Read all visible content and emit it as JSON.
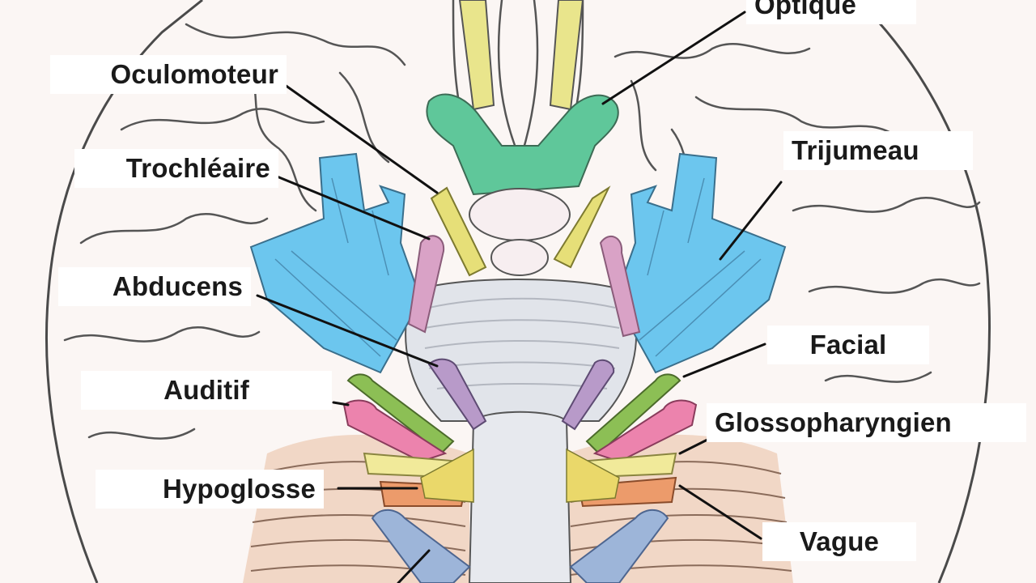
{
  "diagram": {
    "labels": {
      "optique": "Optique",
      "oculomoteur": "Oculomoteur",
      "trochleaire": "Trochléaire",
      "trijumeau": "Trijumeau",
      "abducens": "Abducens",
      "facial": "Facial",
      "auditif": "Auditif",
      "glossopharyngien": "Glossopharyngien",
      "hypoglosse": "Hypoglosse",
      "vague": "Vague"
    },
    "colors": {
      "optic_nerve": "#e9e58c",
      "chiasm": "#5fc79a",
      "oculomotor": "#e6df78",
      "trochlear": "#d9a2c6",
      "trigeminal": "#6cc6ee",
      "abducens": "#b89ac9",
      "facial": "#8cbf55",
      "auditory": "#ec83ad",
      "glossopharyngeal": "#f1ea9a",
      "vagus": "#ec9b6b",
      "hypoglossal": "#9db5d9",
      "brainstem": "#e1e4ea",
      "brain_outline": "#4a4a4a",
      "cerebellum": "#f1d7c6"
    }
  }
}
